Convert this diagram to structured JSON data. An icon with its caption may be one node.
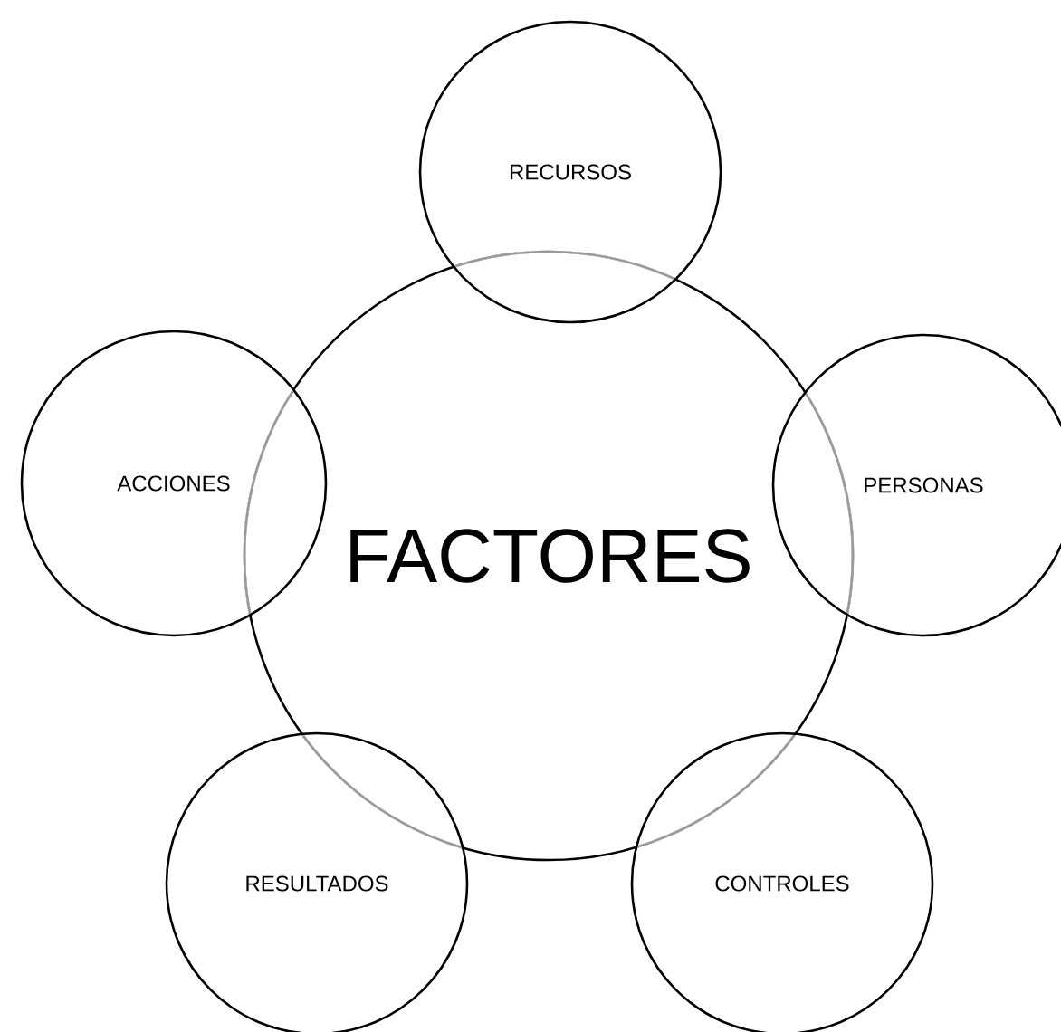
{
  "diagram": {
    "nodes": [
      {
        "text": [
          "RECURSOS"
        ]
      },
      {
        "text": [
          "ACCIONES"
        ]
      },
      {
        "text": [
          "PERSONAS"
        ]
      },
      {
        "text": [
          "FACTORES"
        ]
      },
      {
        "text": [
          "RESULTADOS"
        ]
      },
      {
        "text": [
          "CONTROLES"
        ]
      }
    ]
  }
}
